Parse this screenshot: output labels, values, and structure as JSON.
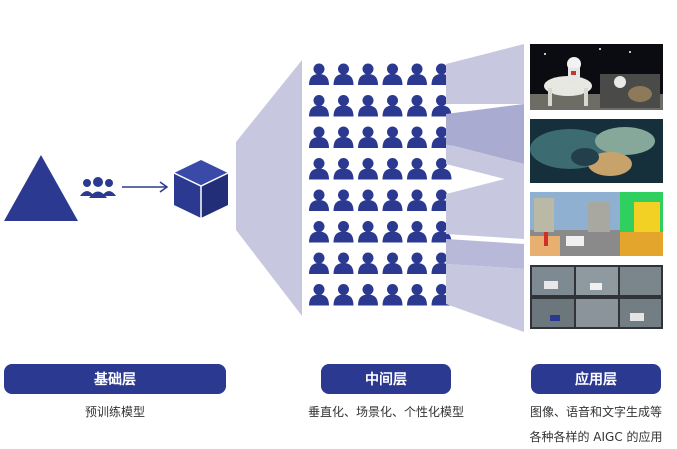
{
  "layers": {
    "foundation": {
      "label": "基础层",
      "caption": "预训练模型"
    },
    "middle": {
      "label": "中间层",
      "caption": "垂直化、场景化、个性化模型"
    },
    "application": {
      "label": "应用层",
      "caption_line1": "图像、语音和文字生成等",
      "caption_line2": "各种各样的 AIGC 的应用"
    }
  },
  "colors": {
    "primary": "#2b3990",
    "funnel": "#c7c8e0",
    "funnel_dark": "#a9abd0"
  },
  "icons": [
    "triangle-icon",
    "people-icon",
    "arrow-right-icon",
    "cube-icon",
    "person-icon"
  ],
  "application_images": [
    "astronaut-horse-image",
    "abstract-painting-image",
    "street-segmentation-image",
    "driving-camera-grid-image"
  ]
}
